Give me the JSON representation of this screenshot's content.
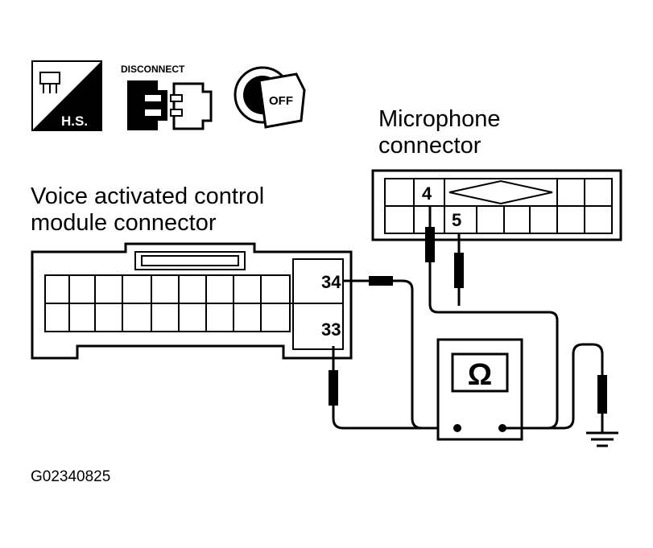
{
  "icons": {
    "harness_label": "H.S.",
    "disconnect_label": "DISCONNECT",
    "ignition_label": "OFF",
    "harness_icon": "harness-service-icon",
    "disconnect_icon": "disconnect-connector-icon",
    "ignition_icon": "ignition-key-off-icon"
  },
  "microphone_connector": {
    "label_line1": "Microphone",
    "label_line2": "connector",
    "pin_a": "4",
    "pin_b": "5"
  },
  "module_connector": {
    "label_line1": "Voice activated control",
    "label_line2": "module connector",
    "pin_a": "34",
    "pin_b": "33"
  },
  "ohmmeter": {
    "symbol": "Ω",
    "icon": "ohmmeter-icon"
  },
  "ground_icon": "ground-symbol-icon",
  "figure_code": "G02340825"
}
